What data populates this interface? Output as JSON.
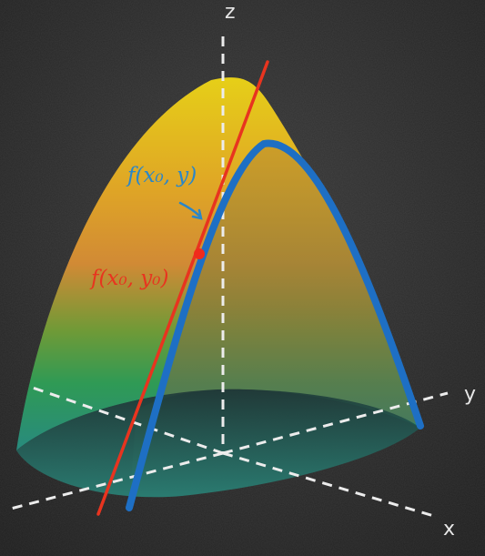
{
  "axes": {
    "z_label": "z",
    "y_label": "y",
    "x_label": "x"
  },
  "annotations": {
    "curve_label": "f(x₀, y)",
    "point_label": "f(x₀, y₀)"
  },
  "colors": {
    "background": "#2b2b2b",
    "curve": "#1e6fc4",
    "tangent_line": "#e8341f",
    "curve_label": "#2a86c9",
    "point_label": "#e8341f",
    "axes": "#ececec",
    "surface_top": "#e1c61a",
    "surface_mid": "#d98a2c",
    "surface_low": "#2b9a5c",
    "surface_base": "#2a8c7c"
  },
  "icons": {
    "point": "red-dot",
    "arrow": "curved-pointer-arrow"
  }
}
